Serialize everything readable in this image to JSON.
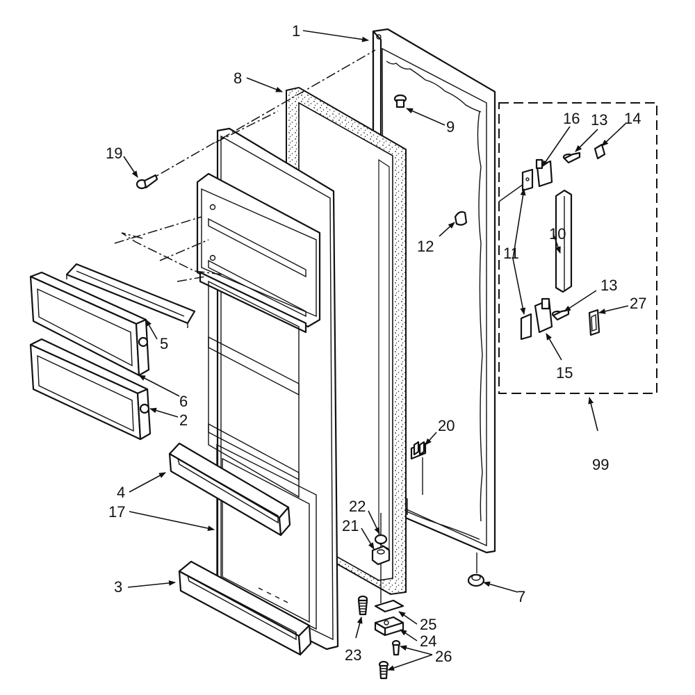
{
  "diagram": {
    "callouts": {
      "c1": "1",
      "c2": "2",
      "c3": "3",
      "c4": "4",
      "c5": "5",
      "c6": "6",
      "c7": "7",
      "c8": "8",
      "c9": "9",
      "c10": "10",
      "c11": "11",
      "c12": "12",
      "c13a": "13",
      "c13b": "13",
      "c14": "14",
      "c15": "15",
      "c16": "16",
      "c17": "17",
      "c19": "19",
      "c20": "20",
      "c21": "21",
      "c22": "22",
      "c23": "23",
      "c24": "24",
      "c25": "25",
      "c26": "26",
      "c27": "27",
      "c99": "99"
    }
  }
}
